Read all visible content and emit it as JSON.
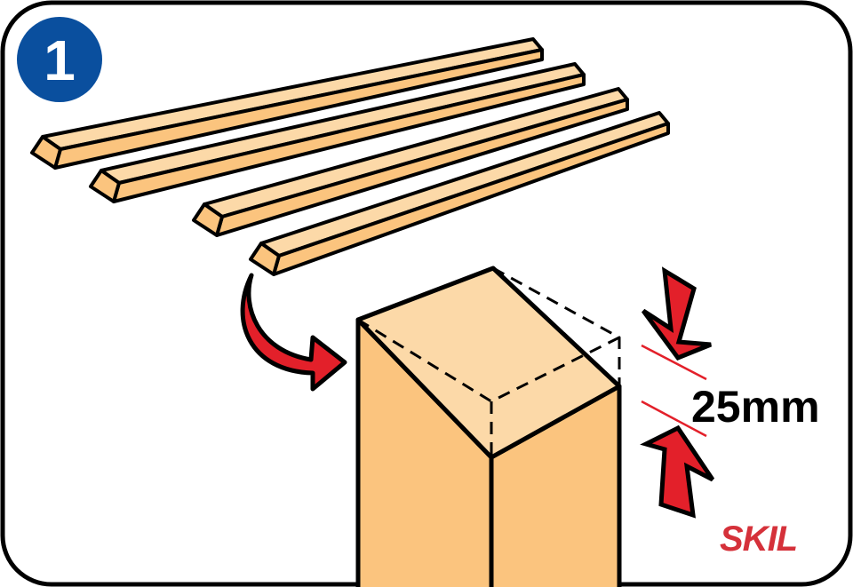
{
  "step": {
    "number": "1"
  },
  "measurement": {
    "label": "25mm"
  },
  "logo": {
    "text": "SKIL"
  },
  "colors": {
    "step_badge": "#0a4f9e",
    "wood_top": "#fcd9a8",
    "wood_side": "#fbc47e",
    "arrow_red": "#e3202a",
    "logo_red": "#d5313a"
  }
}
